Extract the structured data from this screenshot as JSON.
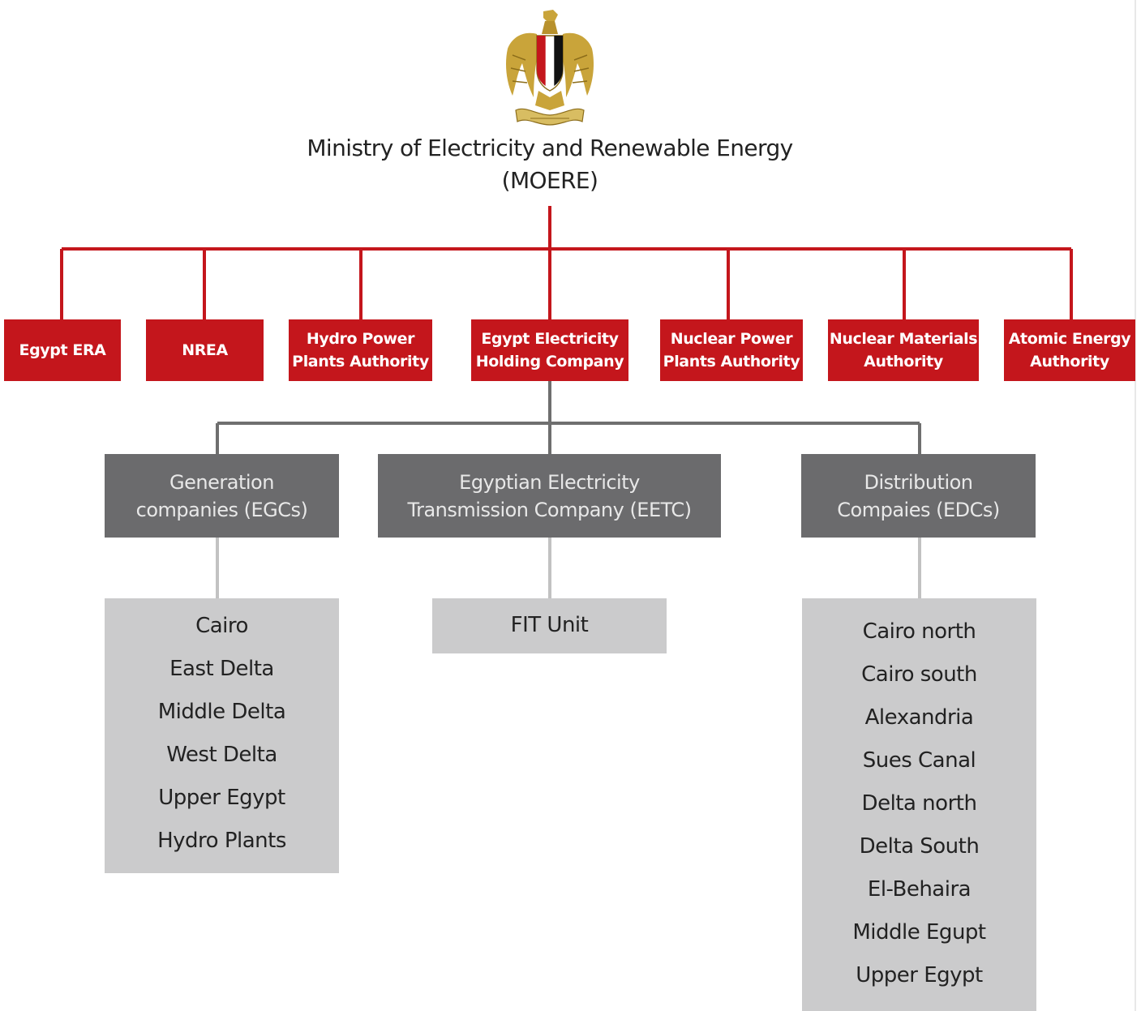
{
  "header": {
    "emblem": "eagle-of-saladin-emblem",
    "title_line1": "Ministry of Electricity and Renewable Energy",
    "title_line2": "(MOERE)"
  },
  "colors": {
    "red": "#c4161c",
    "dark_gray": "#6b6b6d",
    "light_gray": "#cbcbcc",
    "connector_gray": "#6f6f6f",
    "connector_light": "#c2c2c2"
  },
  "authorities": [
    {
      "line1": "Egypt ERA",
      "line2": ""
    },
    {
      "line1": "NREA",
      "line2": ""
    },
    {
      "line1": "Hydro Power",
      "line2": "Plants Authority"
    },
    {
      "line1": "Egypt Electricity",
      "line2": "Holding Company"
    },
    {
      "line1": "Nuclear Power",
      "line2": "Plants Authority"
    },
    {
      "line1": "Nuclear Materials",
      "line2": "Authority"
    },
    {
      "line1": "Atomic Energy",
      "line2": "Authority"
    }
  ],
  "subsidiaries": [
    {
      "line1": "Generation",
      "line2": "companies (EGCs)"
    },
    {
      "line1": "Egyptian Electricity",
      "line2": "Transmission Company (EETC)"
    },
    {
      "line1": "Distribution",
      "line2": "Compaies (EDCs)"
    }
  ],
  "generation_companies": [
    "Cairo",
    "East Delta",
    "Middle Delta",
    "West Delta",
    "Upper Egypt",
    "Hydro Plants"
  ],
  "transmission_units": [
    "FIT Unit"
  ],
  "distribution_companies": [
    "Cairo north",
    "Cairo south",
    "Alexandria",
    "Sues Canal",
    "Delta north",
    "Delta South",
    "El-Behaira",
    "Middle Egupt",
    "Upper Egypt"
  ]
}
